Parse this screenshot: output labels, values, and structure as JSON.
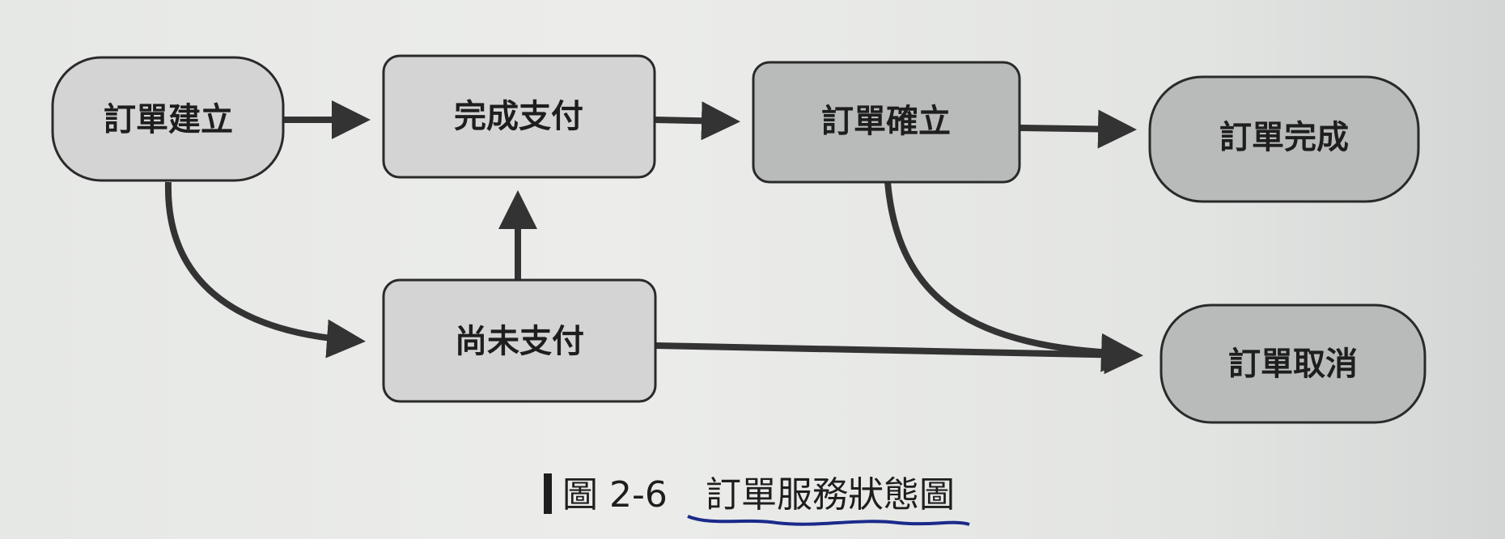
{
  "diagram": {
    "nodes": {
      "created": "訂單建立",
      "paid": "完成支付",
      "confirmed": "訂單確立",
      "completed": "訂單完成",
      "unpaid": "尚未支付",
      "cancelled": "訂單取消"
    },
    "edges": [
      {
        "from": "訂單建立",
        "to": "完成支付"
      },
      {
        "from": "訂單建立",
        "to": "尚未支付"
      },
      {
        "from": "尚未支付",
        "to": "完成支付"
      },
      {
        "from": "完成支付",
        "to": "訂單確立"
      },
      {
        "from": "訂單確立",
        "to": "訂單完成"
      },
      {
        "from": "訂單確立",
        "to": "訂單取消"
      },
      {
        "from": "尚未支付",
        "to": "訂單取消"
      }
    ]
  },
  "caption": {
    "figure_number": "圖 2-6",
    "title": "訂單服務狀態圖"
  },
  "colors": {
    "node_fill": "#d3d4d3",
    "edge": "#333333",
    "underline": "#1a2a8a"
  }
}
